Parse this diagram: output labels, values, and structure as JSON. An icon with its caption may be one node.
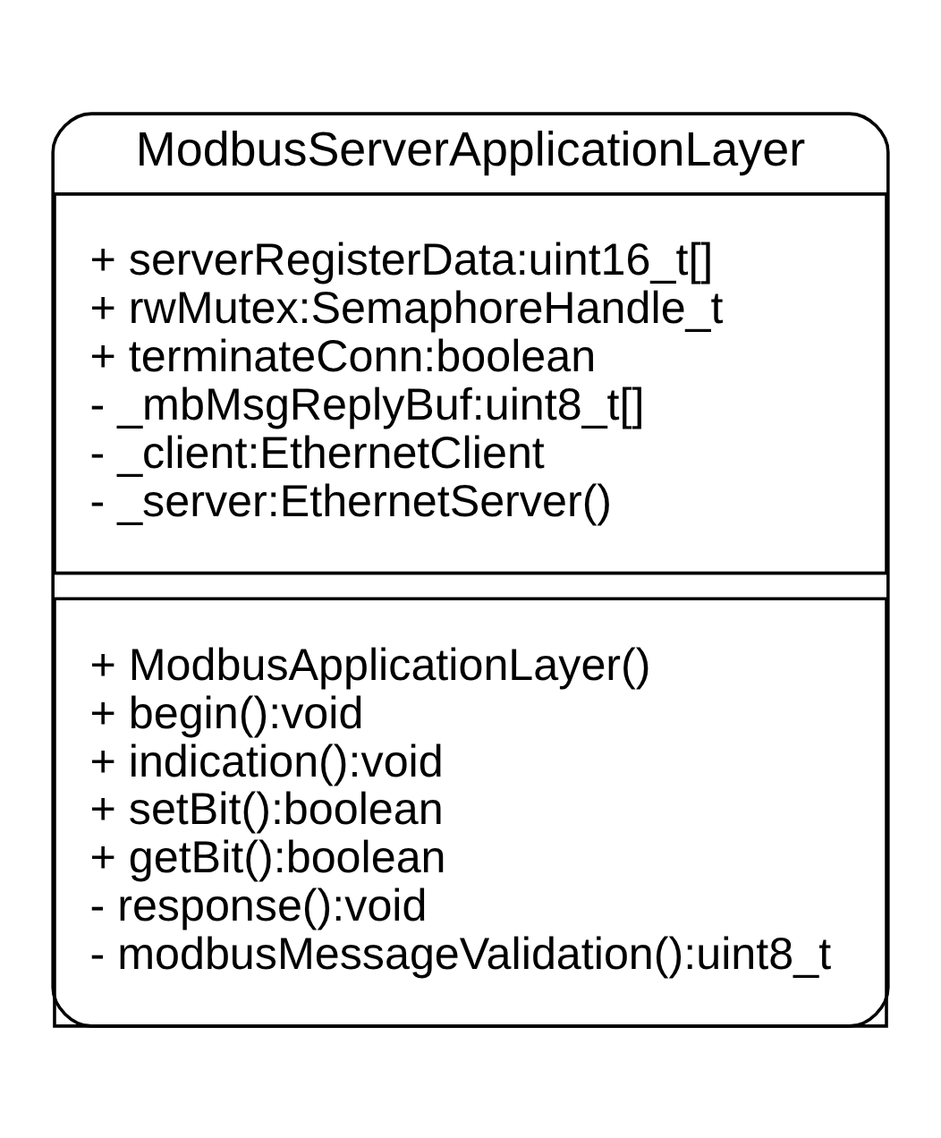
{
  "diagram": {
    "nodes": [
      {
        "text": [
          "ModbusServerApplicationLayer"
        ]
      },
      {
        "text": [
          "+ serverRegisterData:uint16_t[]",
          "+ rwMutex:SemaphoreHandle_t",
          "+ terminateConn:boolean",
          "- _mbMsgReplyBuf:uint8_t[]",
          "- _client:EthernetClient",
          "- _server:EthernetServer()"
        ],
        "in": 0
      },
      {
        "text": [
          "+ ModbusApplicationLayer()",
          "+ begin():void",
          "+ indication():void",
          "+ setBit():boolean",
          "+ getBit():boolean",
          "- response():void",
          "- modbusMessageValidation():uint8_t"
        ],
        "in": 0
      }
    ]
  }
}
